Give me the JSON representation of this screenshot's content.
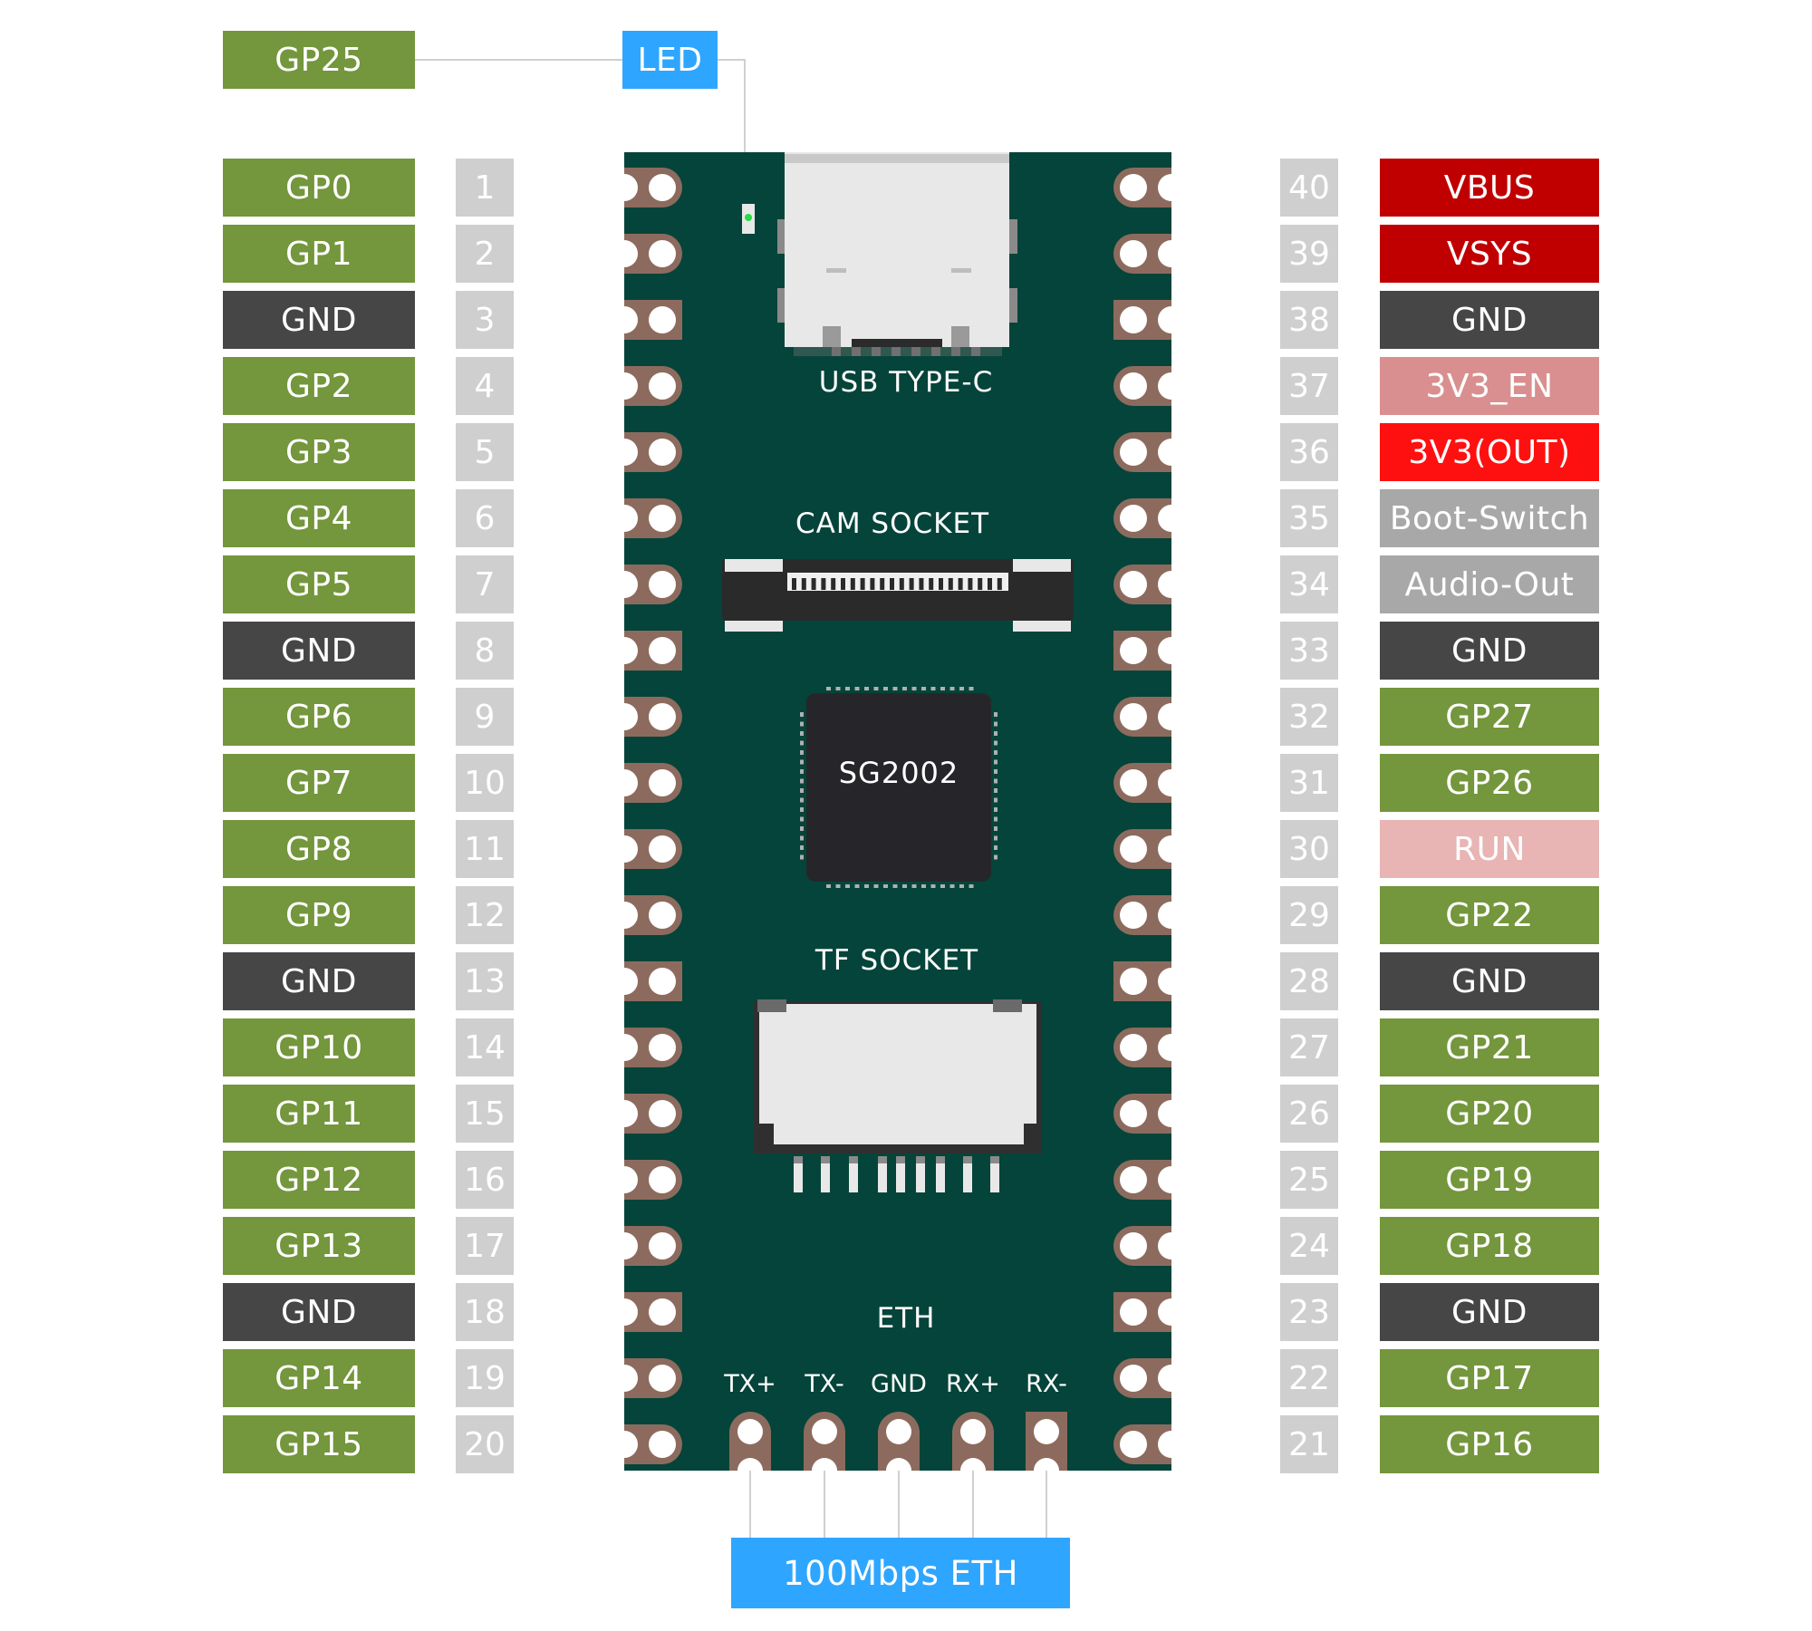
{
  "colors": {
    "gpio": "#74963c",
    "gnd": "#464646",
    "vbus": "#c00000",
    "vsys": "#c00000",
    "v3_en": "#d98f8f",
    "v3_out": "#ff1010",
    "gray": "#a8a8a8",
    "run": "#e8b4b4",
    "blue": "#2ea6ff",
    "pcb": "#05443a",
    "pin_num": "#cfcfcf"
  },
  "top": {
    "gp25": "GP25",
    "led": "LED"
  },
  "left_pins": [
    {
      "num": "1",
      "label": "GP0",
      "kind": "gpio"
    },
    {
      "num": "2",
      "label": "GP1",
      "kind": "gpio"
    },
    {
      "num": "3",
      "label": "GND",
      "kind": "gnd"
    },
    {
      "num": "4",
      "label": "GP2",
      "kind": "gpio"
    },
    {
      "num": "5",
      "label": "GP3",
      "kind": "gpio"
    },
    {
      "num": "6",
      "label": "GP4",
      "kind": "gpio"
    },
    {
      "num": "7",
      "label": "GP5",
      "kind": "gpio"
    },
    {
      "num": "8",
      "label": "GND",
      "kind": "gnd"
    },
    {
      "num": "9",
      "label": "GP6",
      "kind": "gpio"
    },
    {
      "num": "10",
      "label": "GP7",
      "kind": "gpio"
    },
    {
      "num": "11",
      "label": "GP8",
      "kind": "gpio"
    },
    {
      "num": "12",
      "label": "GP9",
      "kind": "gpio"
    },
    {
      "num": "13",
      "label": "GND",
      "kind": "gnd"
    },
    {
      "num": "14",
      "label": "GP10",
      "kind": "gpio"
    },
    {
      "num": "15",
      "label": "GP11",
      "kind": "gpio"
    },
    {
      "num": "16",
      "label": "GP12",
      "kind": "gpio"
    },
    {
      "num": "17",
      "label": "GP13",
      "kind": "gpio"
    },
    {
      "num": "18",
      "label": "GND",
      "kind": "gnd"
    },
    {
      "num": "19",
      "label": "GP14",
      "kind": "gpio"
    },
    {
      "num": "20",
      "label": "GP15",
      "kind": "gpio"
    }
  ],
  "right_pins": [
    {
      "num": "40",
      "label": "VBUS",
      "kind": "vbus"
    },
    {
      "num": "39",
      "label": "VSYS",
      "kind": "vsys"
    },
    {
      "num": "38",
      "label": "GND",
      "kind": "gnd"
    },
    {
      "num": "37",
      "label": "3V3_EN",
      "kind": "v3_en"
    },
    {
      "num": "36",
      "label": "3V3(OUT)",
      "kind": "v3_out"
    },
    {
      "num": "35",
      "label": "Boot-Switch",
      "kind": "gray"
    },
    {
      "num": "34",
      "label": "Audio-Out",
      "kind": "gray"
    },
    {
      "num": "33",
      "label": "GND",
      "kind": "gnd"
    },
    {
      "num": "32",
      "label": "GP27",
      "kind": "gpio"
    },
    {
      "num": "31",
      "label": "GP26",
      "kind": "gpio"
    },
    {
      "num": "30",
      "label": "RUN",
      "kind": "run"
    },
    {
      "num": "29",
      "label": "GP22",
      "kind": "gpio"
    },
    {
      "num": "28",
      "label": "GND",
      "kind": "gnd"
    },
    {
      "num": "27",
      "label": "GP21",
      "kind": "gpio"
    },
    {
      "num": "26",
      "label": "GP20",
      "kind": "gpio"
    },
    {
      "num": "25",
      "label": "GP19",
      "kind": "gpio"
    },
    {
      "num": "24",
      "label": "GP18",
      "kind": "gpio"
    },
    {
      "num": "23",
      "label": "GND",
      "kind": "gnd"
    },
    {
      "num": "22",
      "label": "GP17",
      "kind": "gpio"
    },
    {
      "num": "21",
      "label": "GP16",
      "kind": "gpio"
    }
  ],
  "board": {
    "usb": "USB TYPE-C",
    "cam": "CAM SOCKET",
    "chip": "SG2002",
    "tf": "TF SOCKET",
    "eth": "ETH",
    "eth_pins": [
      "TX+",
      "TX-",
      "GND",
      "RX+",
      "RX-"
    ]
  },
  "bottom": {
    "eth_label": "100Mbps ETH"
  }
}
